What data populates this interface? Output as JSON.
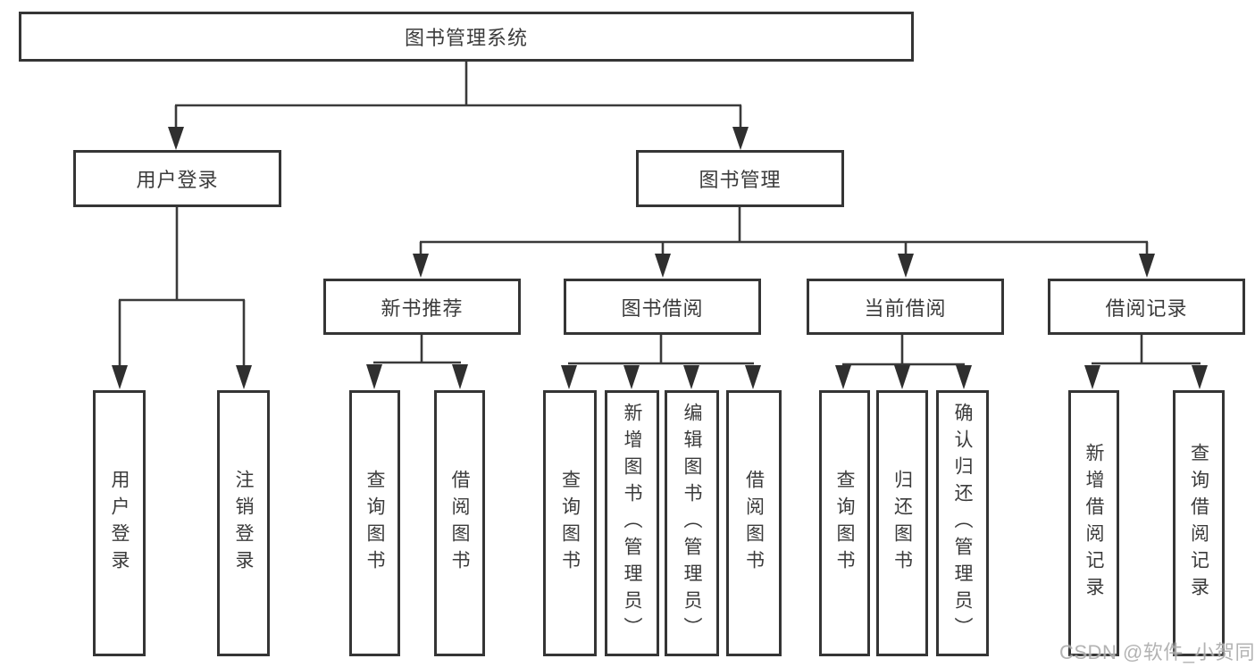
{
  "chart": {
    "root": "图书管理系统",
    "level2": [
      "用户登录",
      "图书管理"
    ],
    "level3": [
      "新书推荐",
      "图书借阅",
      "当前借阅",
      "借阅记录"
    ],
    "leaves": {
      "user_login": [
        "用户登录",
        "注销登录"
      ],
      "new_books": [
        "查询图书",
        "借阅图书"
      ],
      "book_borrow": [
        "查询图书",
        "新增图书（管理员）",
        "编辑图书（管理员）",
        "借阅图书"
      ],
      "current_borrow": [
        "查询图书",
        "归还图书",
        "确认归还（管理员）"
      ],
      "borrow_records": [
        "新增借阅记录",
        "查询借阅记录"
      ]
    }
  },
  "watermark": "CSDN @软件_小贺同学"
}
